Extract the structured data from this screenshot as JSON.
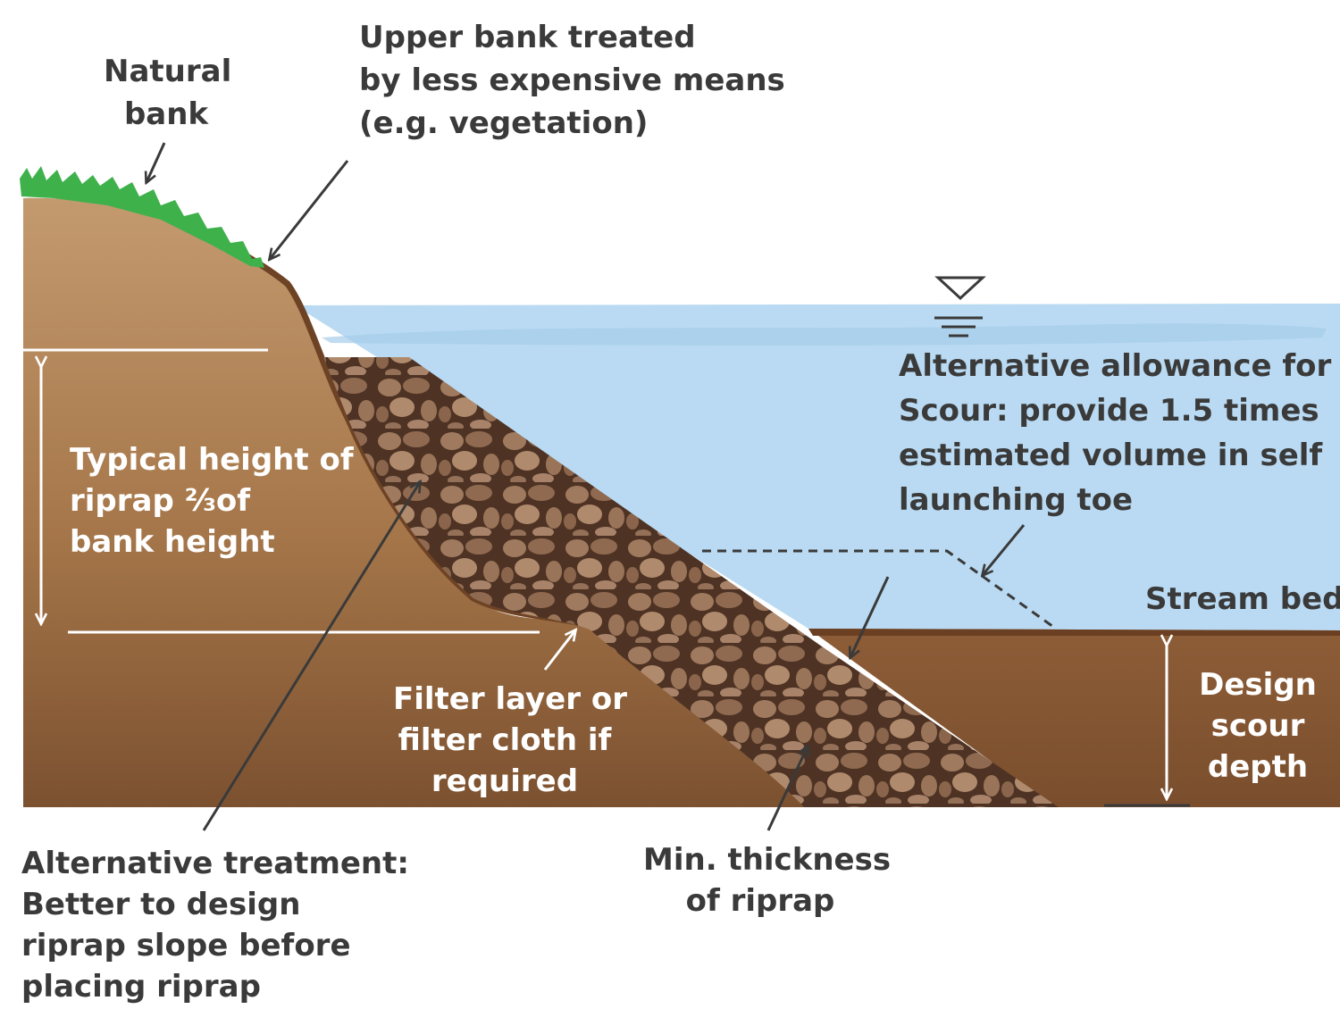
{
  "labels": {
    "natural_bank": "Natural\nbank",
    "upper_bank": "Upper bank treated\nby less expensive means\n(e.g. vegetation)",
    "allowance": "Alternative allowance for\nScour: provide 1.5 times\nestimated volume in self\nlaunching toe",
    "stream_bed": "Stream bed",
    "typical_height": "Typical height of\nriprap ⅔of\nbank height",
    "filter_layer": "Filter layer or\nfilter cloth if\nrequired",
    "design_scour": "Design\nscour\ndepth",
    "alternative_treatment": "Alternative treatment:\nBetter to design\nriprap slope before\nplacing riprap",
    "min_thickness": "Min. thickness\nof riprap"
  },
  "colors": {
    "water": "#b9daf2",
    "soil_light": "#b8875c",
    "soil_dark": "#7a4f2c",
    "grass": "#3fb14b",
    "rock": "#6b4a36",
    "text": "#3a3a3a"
  }
}
